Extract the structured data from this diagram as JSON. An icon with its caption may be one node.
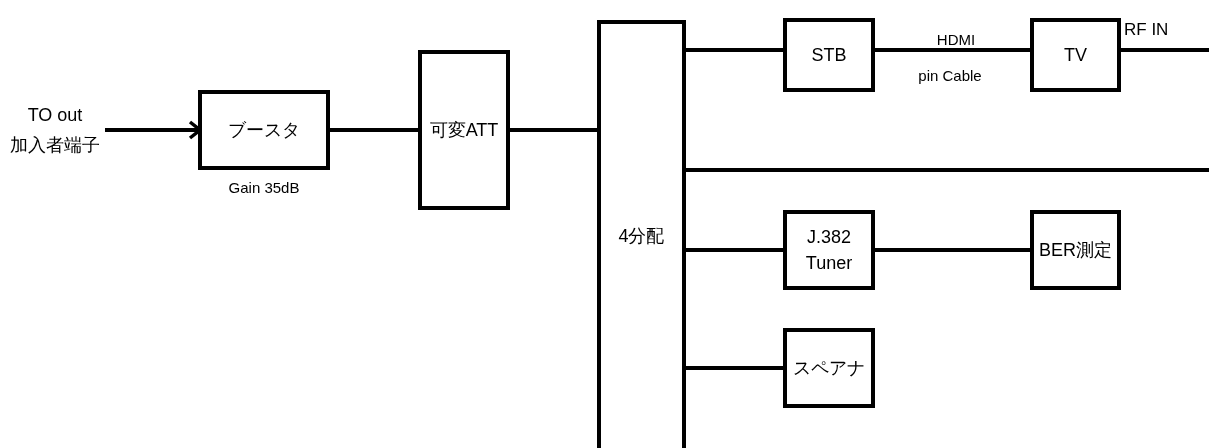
{
  "diagram": {
    "nodes": [
      {
        "text": [
          "TO out 加入者端子"
        ]
      },
      {
        "text": [
          "ブースタ"
        ],
        "beside": [
          "Gain 35dB"
        ]
      },
      {
        "text": [
          "可変ATT"
        ]
      },
      {
        "text": [
          "4分配"
        ]
      },
      {
        "text": [
          "STB"
        ]
      },
      {
        "text": [
          "TV"
        ]
      },
      {
        "text": [
          "J.382 Tuner"
        ]
      },
      {
        "text": [
          "BER測定"
        ]
      },
      {
        "text": [
          "スペアナ"
        ]
      }
    ],
    "edges": [
      {
        "from": 0,
        "to": 1,
        "arrow": "to"
      },
      {
        "from": 1,
        "to": 2,
        "arrow": "none"
      },
      {
        "from": 2,
        "to": 3,
        "arrow": "none"
      },
      {
        "from": 3,
        "to": 4,
        "arrow": "none"
      },
      {
        "from": 4,
        "to": 5,
        "arrow": "none",
        "label": "HDMI pin Cable"
      },
      {
        "from": 5,
        "to": null,
        "arrow": "none",
        "label": "RF IN"
      },
      {
        "from": 3,
        "to": null,
        "arrow": "none"
      },
      {
        "from": 3,
        "to": 6,
        "arrow": "none"
      },
      {
        "from": 6,
        "to": 7,
        "arrow": "none"
      },
      {
        "from": 3,
        "to": 8,
        "arrow": "none"
      }
    ]
  }
}
